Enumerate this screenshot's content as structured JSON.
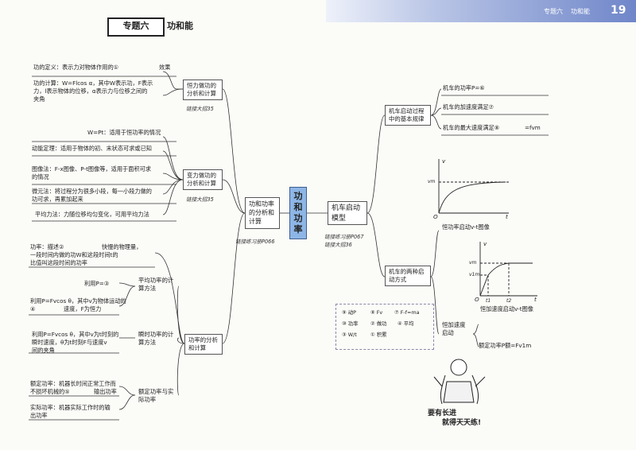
{
  "header": {
    "section": "专题六",
    "subject": "功和能",
    "page_number": "19"
  },
  "title": {
    "topic": "专题六",
    "name": "功和能"
  },
  "center": {
    "label": "功和功率"
  },
  "left": {
    "main_node": "功和功率的分析和计算",
    "main_note": "链接练习册P066",
    "constant_force": {
      "node": "恒力做功的分析和计算",
      "note": "链接大招35",
      "def": "功的定义：表示力对物体作用的①",
      "def_end": "效果",
      "calc1": "功的计算：W=Flcos α，其中W表示功，F表示",
      "calc2": "力，l表示物体的位移，α表示力与位移之间的",
      "calc3": "夹角"
    },
    "variable_force": {
      "node": "变力做功的分析和计算",
      "note": "链接大招35",
      "w_pt": "W=Pt：适用于恒功率的情况",
      "theorem": "动能定理：适用于物体的初、末状态可求或已知",
      "graph1": "图像法：F-x图像、P-t图像等，适用于面积可求",
      "graph2": "的情况",
      "micro1": "微元法：将过程分为很多小段，每一小段力做的",
      "micro2": "功可求，再累加起来",
      "avg": "平均力法：力随位移均匀变化，可用平均力法"
    },
    "power": {
      "node": "功率的分析和计算",
      "desc1": "功率：描述②",
      "desc1_end": "快慢的物理量，",
      "desc2": "一段时间内做的功W和这段时间t的",
      "desc3": "比值叫这段时间的功率",
      "avg_node": "平均功率的计算方法",
      "avg_use": "利用P=③",
      "avg_f1": "利用P=Fvcos θ，其中v为物体运动的",
      "avg_f2": "④",
      "avg_f2_end": "速度，F为恒力",
      "inst_node": "瞬时功率的计算方法",
      "inst1": "利用P=Fvcos θ，其中v为t时刻的",
      "inst2": "瞬时速度，θ为t时刻F与速度v",
      "inst3": "间的夹角",
      "rated_node": "额定功率与实际功率",
      "rated1": "额定功率：机器长时间正常工作而",
      "rated2": "不损坏机械的⑤",
      "rated2_end": "输出功率",
      "actual1": "实际功率：机器实际工作时的输",
      "actual2": "出功率"
    }
  },
  "right": {
    "main_node": "机车启动模型",
    "note1": "链接练习册P067",
    "note2": "链接大招36",
    "basic": {
      "node": "机车启动过程中的基本规律",
      "p": "机车的功率P=⑥",
      "a": "机车的加速度满足⑦",
      "vmax": "机车的最大速度满足⑧",
      "vmax_end": "=fvm"
    },
    "two_ways": {
      "node": "机车的两种启动方式",
      "const_p_caption": "恒功率启动v-t图像",
      "const_a_caption": "恒加速度启动v-t图像",
      "const_a_node": "恒加速度启动",
      "rated": "额定功率P额=Fv1m"
    },
    "graph1": {
      "v_axis": "v",
      "t_axis": "t",
      "origin": "O",
      "vm": "vm"
    },
    "graph2": {
      "v_axis": "v",
      "t_axis": "t",
      "origin": "O",
      "vm": "vm",
      "v1m": "v1m",
      "t1": "t1",
      "t2": "t2"
    },
    "answers": {
      "a1": "⑨ 动P",
      "a2": "⑩ 功率",
      "a3": "③ W/t",
      "a4": "② 做功",
      "a5": "① 积累",
      "a6": "④ 平均",
      "a7": "⑧ Fv",
      "a8": "⑦ F-f=ma"
    }
  },
  "slogan": {
    "line1": "要有长进",
    "line2": "就得天天练!"
  }
}
